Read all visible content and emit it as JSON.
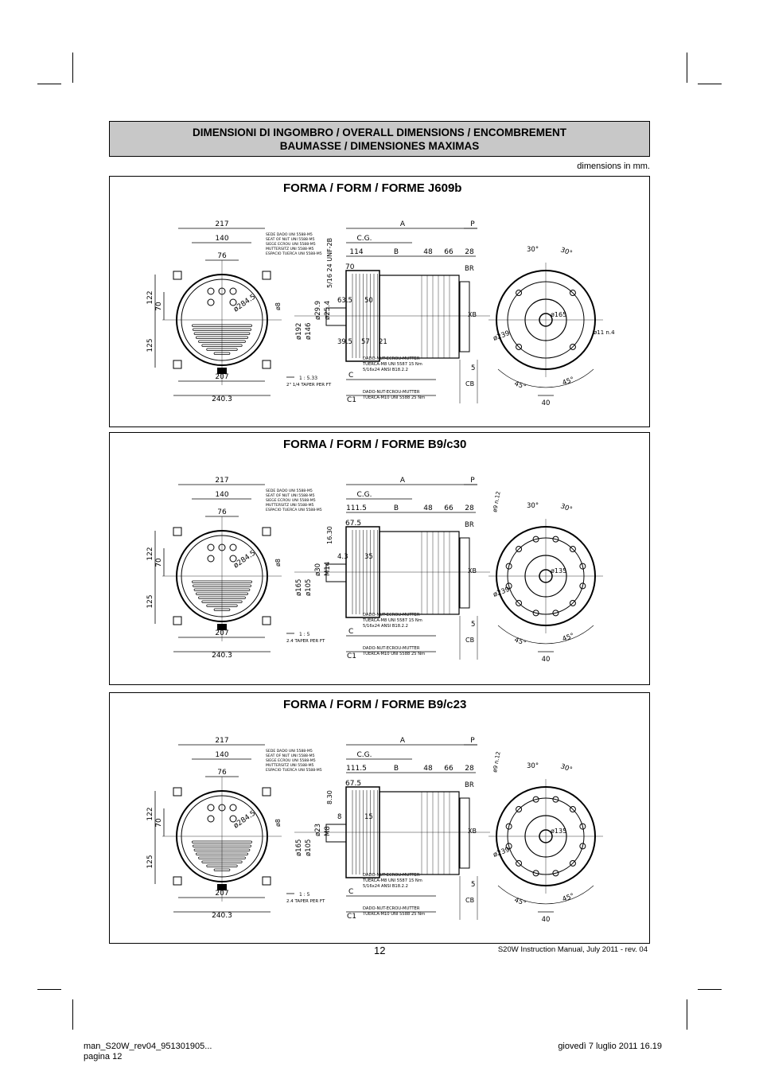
{
  "header": {
    "line1": "DIMENSIONI DI INGOMBRO / OVERALL DIMENSIONS / ENCOMBREMENT",
    "line2": "BAUMASSE / DIMENSIONES MAXIMAS"
  },
  "units_note": "dimensions in mm.",
  "panels": [
    {
      "title": "FORMA / FORM / FORME J609b",
      "front": {
        "w217": "217",
        "w140": "140",
        "w76": "76",
        "h122": "122",
        "h70": "70",
        "h125": "125",
        "w207": "207",
        "w240": "240.3",
        "rad": "ø284.5",
        "hole": "ø8"
      },
      "seat": [
        "SEDE DADO UNI 5588-M5",
        "SEAT OF NUT UNI 5588-M5",
        "SIEGE ECROU UNI 5588-M5",
        "MUTTERSITZ UNI 5588-M5",
        "ESPACIO TUERCA UNI 5588-M5"
      ],
      "side_top": {
        "A": "A",
        "P": "P",
        "CG": "C.G.",
        "d1": "114",
        "B": "B",
        "d48": "48",
        "d66": "66",
        "d28": "28",
        "BR": "BR",
        "d70": "70",
        "thread": "5/16 24 UNF-2B"
      },
      "side_mid": [
        "ø192",
        "ø146",
        "ø29.9",
        "ø25.4",
        "63.5",
        "50",
        "39.5",
        "57",
        "21"
      ],
      "taper": [
        "1 : 5.33",
        "2\" 1/4 TAPER PER FT"
      ],
      "side_bottom": {
        "C": "C",
        "C1": "C1",
        "CB": "CB",
        "XB": "XB",
        "five": "5"
      },
      "nut1": [
        "DADO-NUT-ECROU-MUTTER",
        "TUERCA-M8 UNI 5587 15 Nm",
        "5/16x24 ANSI B18.2.2"
      ],
      "nut2": [
        "DADO-NUT-ECROU-MUTTER",
        "TUERCA-M10 UNI 5588 25 Nm"
      ],
      "flange": {
        "a30a": "30°",
        "a30b": "30°",
        "d1": "ø165",
        "d2": "ø239",
        "holes": "ø11 n.4",
        "a45a": "45°",
        "a45b": "45°",
        "w40": "40"
      }
    },
    {
      "title": "FORMA / FORM / FORME B9/c30",
      "front": {
        "w217": "217",
        "w140": "140",
        "w76": "76",
        "h122": "122",
        "h70": "70",
        "h125": "125",
        "w207": "207",
        "w240": "240.3",
        "rad": "ø284.5",
        "hole": "ø8"
      },
      "seat": [
        "SEDE DADO UNI 5588-M5",
        "SEAT OF NUT UNI 5588-M5",
        "SIEGE ECROU UNI 5588-M5",
        "MUTTERSITZ UNI 5588-M5",
        "ESPACIO TUERCA UNI 5588-M5"
      ],
      "side_top": {
        "A": "A",
        "P": "P",
        "CG": "C.G.",
        "d1": "111.5",
        "B": "B",
        "d48": "48",
        "d66": "66",
        "d28": "28",
        "BR": "BR",
        "d70": "67.5",
        "thread": "16.30"
      },
      "side_mid": [
        "ø165",
        "ø105",
        "ø30",
        "M14",
        "4.3",
        "35"
      ],
      "taper": [
        "1 : 5",
        "2.4 TAPER PER FT"
      ],
      "side_bottom": {
        "C": "C",
        "C1": "C1",
        "CB": "CB",
        "XB": "XB",
        "five": "5"
      },
      "nut1": [
        "DADO-NUT-ECROU-MUTTER",
        "TUERCA-M8 UNI 5587 15 Nm",
        "5/16x24 ANSI B18.2.2"
      ],
      "nut2": [
        "DADO-NUT-ECROU-MUTTER",
        "TUERCA-M10 UNI 5588 25 Nm"
      ],
      "flange": {
        "a30a": "30°",
        "a30b": "30°",
        "d1": "ø135",
        "d2": "ø239",
        "holes": "ø9 n.12",
        "a45a": "45°",
        "a45b": "45°",
        "w40": "40"
      }
    },
    {
      "title": "FORMA / FORM / FORME B9/c23",
      "front": {
        "w217": "217",
        "w140": "140",
        "w76": "76",
        "h122": "122",
        "h70": "70",
        "h125": "125",
        "w207": "207",
        "w240": "240.3",
        "rad": "ø284.5",
        "hole": "ø8"
      },
      "seat": [
        "SEDE DADO UNI 5588-M5",
        "SEAT OF NUT UNI 5588-M5",
        "SIEGE ECROU UNI 5588-M5",
        "MUTTERSITZ UNI 5588-M5",
        "ESPACIO TUERCA UNI 5588-M5"
      ],
      "side_top": {
        "A": "A",
        "P": "P",
        "CG": "C.G.",
        "d1": "111.5",
        "B": "B",
        "d48": "48",
        "d66": "66",
        "d28": "28",
        "BR": "BR",
        "d70": "67.5",
        "thread": "8.30"
      },
      "side_mid": [
        "ø165",
        "ø105",
        "ø23",
        "M8",
        "8",
        "15"
      ],
      "taper": [
        "1 : 5",
        "2.4 TAPER PER FT"
      ],
      "side_bottom": {
        "C": "C",
        "C1": "C1",
        "CB": "CB",
        "XB": "XB",
        "five": "5"
      },
      "nut1": [
        "DADO-NUT-ECROU-MUTTER",
        "TUERCA-M8 UNI 5587 15 Nm",
        "5/16x24 ANSI B18.2.2"
      ],
      "nut2": [
        "DADO-NUT-ECROU-MUTTER",
        "TUERCA-M10 UNI 5588 25 Nm"
      ],
      "flange": {
        "a30a": "30°",
        "a30b": "30°",
        "d1": "ø135",
        "d2": "ø239",
        "holes": "ø9 n.12",
        "a45a": "45°",
        "a45b": "45°",
        "w40": "40"
      }
    }
  ],
  "page_number": "12",
  "manual_ref": "S20W Instruction Manual, July 2011 - rev. 04",
  "footer_left": [
    "man_S20W_rev04_951301905...",
    "pagina 12"
  ],
  "footer_right": "giovedì 7 luglio 2011 16.19"
}
